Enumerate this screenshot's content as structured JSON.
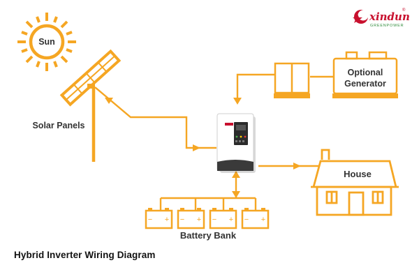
{
  "brand": {
    "name": "xindun",
    "registered_mark": "®",
    "tagline": "GREENPOWER",
    "colors": {
      "red": "#c8102e",
      "green": "#2e8b3a"
    }
  },
  "colors": {
    "accent": "#f5a623",
    "text": "#333333",
    "inverter_body": "#ffffff",
    "inverter_base": "#3a3a3a"
  },
  "labels": {
    "sun": "Sun",
    "solar_panels": "Solar Panels",
    "generator_line1": "Optional",
    "generator_line2": "Generator",
    "house": "House",
    "battery_bank": "Battery Bank"
  },
  "battery": {
    "terminal_minus": "−",
    "terminal_plus": "+"
  },
  "caption": "Hybrid Inverter Wiring Diagram"
}
